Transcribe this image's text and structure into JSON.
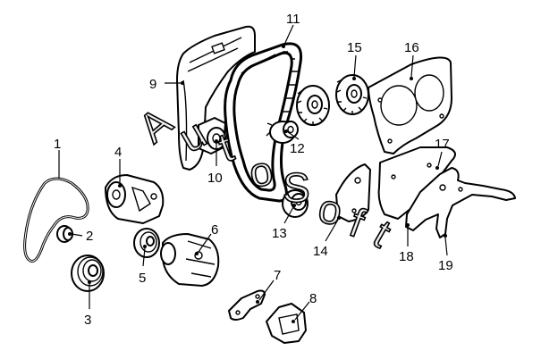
{
  "diagram": {
    "callouts": [
      "1",
      "2",
      "3",
      "4",
      "5",
      "6",
      "7",
      "8",
      "9",
      "10",
      "11",
      "12",
      "13",
      "14",
      "15",
      "16",
      "17",
      "18",
      "19"
    ],
    "watermark": [
      "A",
      "u",
      "t",
      "o",
      "S",
      "o",
      "f",
      "t"
    ]
  }
}
